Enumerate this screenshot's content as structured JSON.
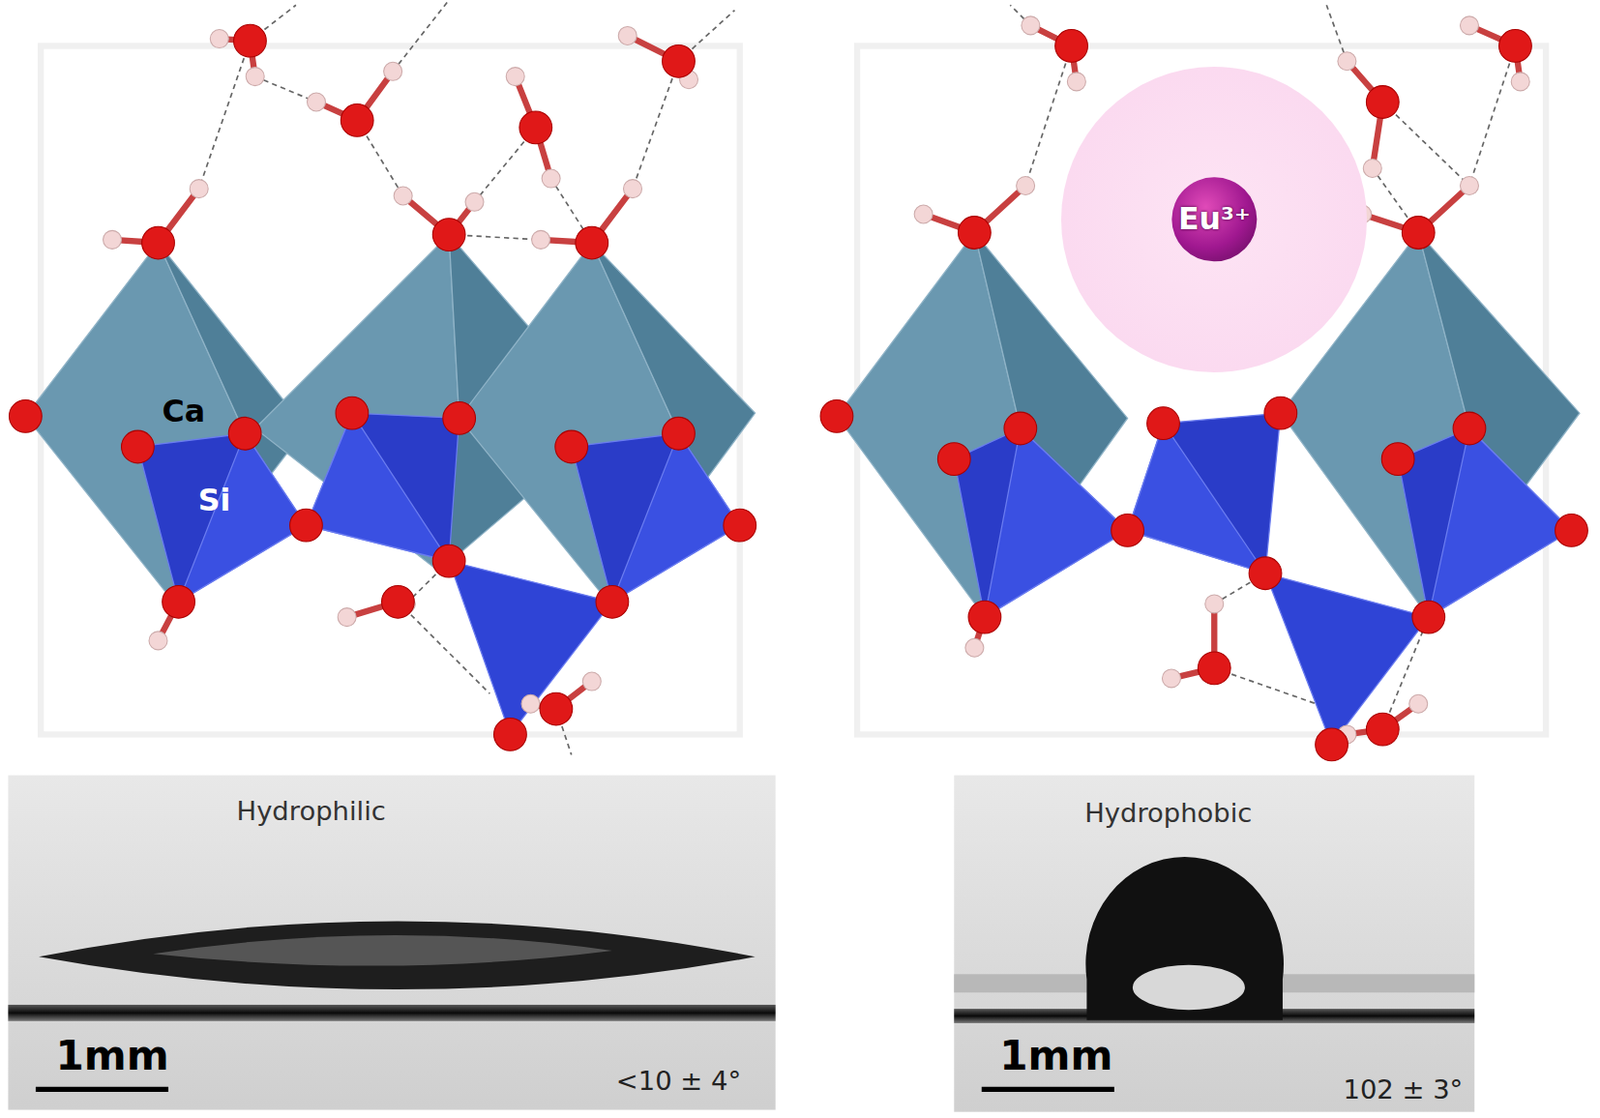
{
  "diagram": {
    "nodes": [
      {
        "text": [
          "Eu³⁺"
        ]
      },
      {
        "text": [
          "Hydrophilic",
          "1mm",
          "<10 ± 4°"
        ]
      },
      {
        "text": [
          "Hydrophobic",
          "1mm",
          "102 ± 3°"
        ]
      }
    ],
    "labels": [
      "Ca",
      "Si"
    ]
  }
}
